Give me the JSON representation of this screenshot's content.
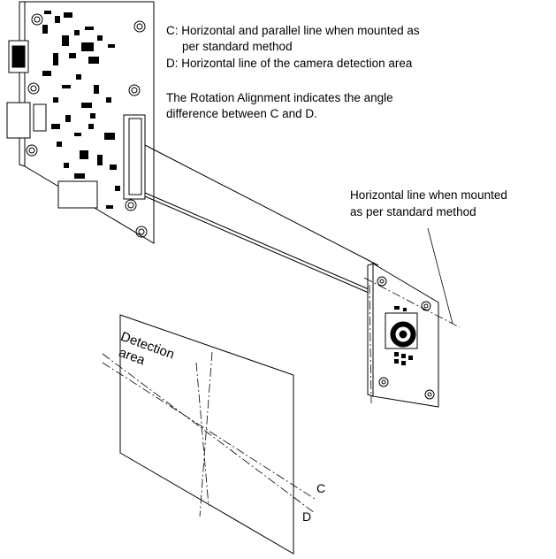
{
  "notes": {
    "c_line": "C: Horizontal and parallel line when mounted as",
    "c_line_cont": "per standard method",
    "d_line": "D: Horizontal line of the camera detection area",
    "rotation_1": "The Rotation Alignment indicates the angle",
    "rotation_2": "difference between C and D."
  },
  "callout": {
    "line1": "Horizontal line when mounted",
    "line2": "as per standard method"
  },
  "detection_area": {
    "line1": "Detection",
    "line2": "area"
  },
  "axis_labels": {
    "c": "C",
    "d": "D"
  }
}
